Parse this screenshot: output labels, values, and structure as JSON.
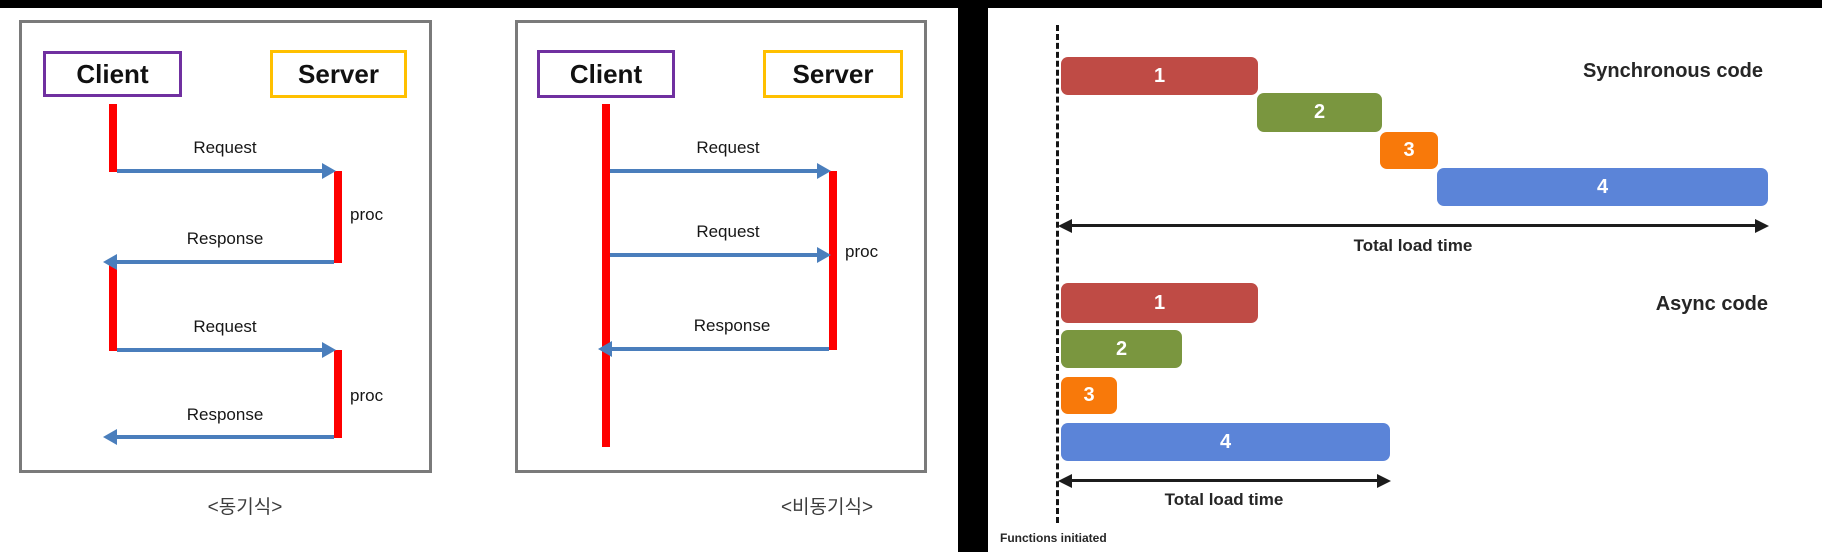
{
  "sync_diagram": {
    "caption": "<동기식>",
    "client": "Client",
    "server": "Server",
    "msg1": "Request",
    "msg2": "Response",
    "msg3": "Request",
    "msg4": "Response",
    "proc1": "proc",
    "proc2": "proc"
  },
  "async_diagram": {
    "caption": "<비동기식>",
    "client": "Client",
    "server": "Server",
    "msg1": "Request",
    "msg2": "Request",
    "msg3": "Response",
    "proc1": "proc"
  },
  "chart_data": {
    "type": "bar",
    "variant": "gantt-timeline",
    "x_unit": "relative load time (no numeric axis shown)",
    "baseline_label": "Functions initiated",
    "colors": {
      "task1": "#bf4b45",
      "task2": "#7a963f",
      "task3": "#f8790a",
      "task4": "#5b84d8",
      "timeline": "#1c1c1c"
    },
    "sections": [
      {
        "label": "Synchronous code",
        "total_label": "Total load time",
        "total_span": [
          0,
          710
        ],
        "bars": [
          {
            "name": "1",
            "start": 3,
            "end": 200
          },
          {
            "name": "2",
            "start": 199,
            "end": 324
          },
          {
            "name": "3",
            "start": 322,
            "end": 380
          },
          {
            "name": "4",
            "start": 379,
            "end": 710
          }
        ]
      },
      {
        "label": "Async code",
        "total_label": "Total load time",
        "total_span": [
          0,
          332
        ],
        "bars": [
          {
            "name": "1",
            "start": 3,
            "end": 200
          },
          {
            "name": "2",
            "start": 3,
            "end": 124
          },
          {
            "name": "3",
            "start": 3,
            "end": 59
          },
          {
            "name": "4",
            "start": 3,
            "end": 332
          }
        ]
      }
    ]
  }
}
